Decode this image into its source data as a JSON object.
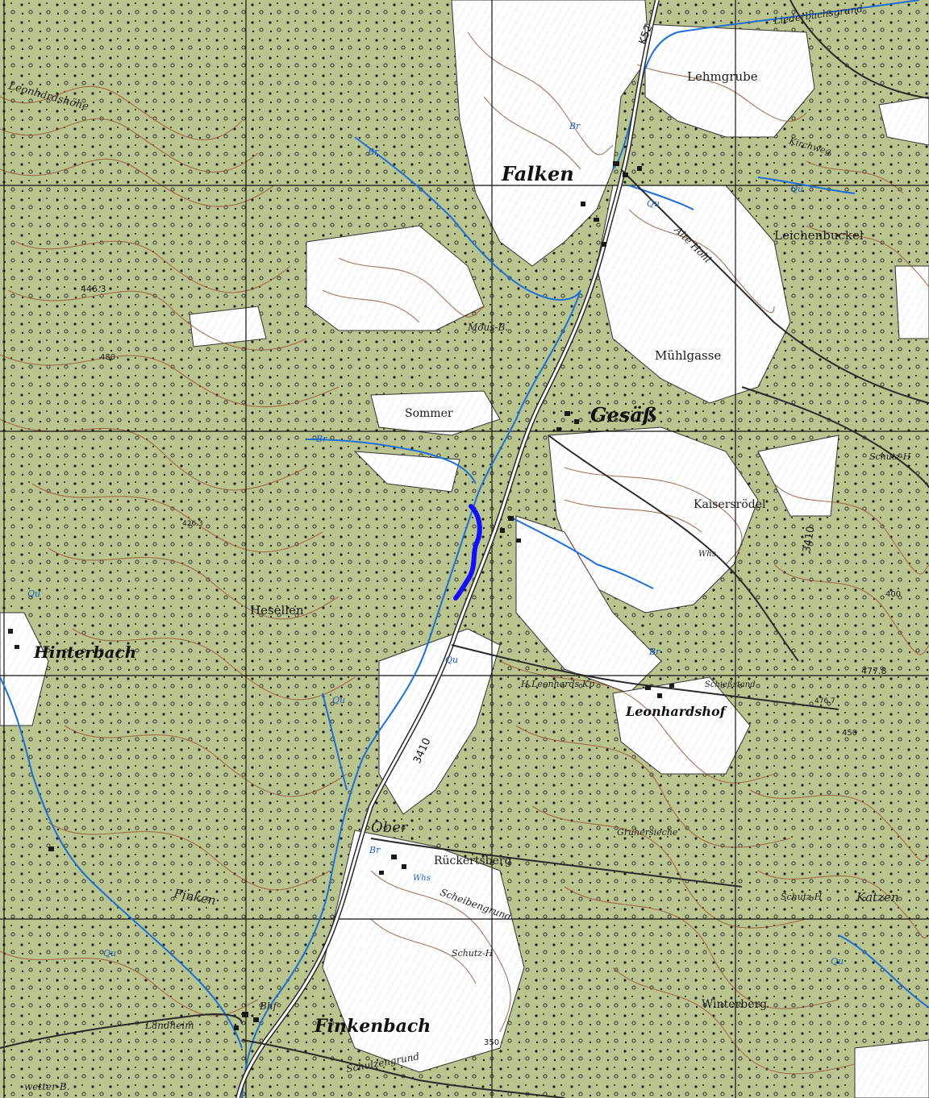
{
  "map": {
    "colors": {
      "forest": "#b9c48f",
      "open": "#ffffff",
      "contour": "#9a5a3a",
      "water": "#1f6fd6",
      "road": "#2a2a2a",
      "grid": "#111111",
      "highlight": "#1010ff"
    },
    "places": {
      "falken": "Falken",
      "gesass": "Gesäß",
      "finkenbach": "Finkenbach",
      "hinterbach": "Hinterbach",
      "leonhardshof": "Leonhardshof",
      "lehmgrube": "Lehmgrube",
      "leichenbuckel": "Leichenbuckel",
      "muehlgasse": "Mühlgasse",
      "kaisersrodel": "Kaisersrödel",
      "rueckertsberg": "Rückertsberg",
      "winterberg": "Winterberg",
      "hesellen": "Hesellen",
      "sommer": "Sommer",
      "ober": "Ober",
      "finken": "Finken",
      "landheim": "Landheim",
      "bahn": "Bhf",
      "katzen": "Katzen",
      "leonhardshoehe": "Leonhardshöhe",
      "alte_hohl": "Alte Hohl",
      "moeus": "Möus-B.",
      "schutz1": "Schutz-H",
      "schutz2": "Schutz-H",
      "schutz3": "Schutz-H",
      "whs1": "Whs",
      "whs2": "Whs",
      "hleonhard": "H.Leonhards-Kp",
      "schiessstand": "Schießstand",
      "gruhersieche": "Gruhersieche",
      "schulzengrund": "Schulzengrund",
      "scheibengrund": "Scheibengrund",
      "liederbachsgrund": "Liederbachsgrund",
      "kirchweg": "Kirchweg",
      "wetter": "wetter-B."
    },
    "water_labels": {
      "br": "Br",
      "qu": "Qu"
    },
    "spot_heights": {
      "h1": "446.3",
      "h2": "477.8",
      "h3": "476.7",
      "h4": "426.3"
    },
    "road_numbers": {
      "r1": "K52",
      "r2": "3410",
      "r3": "3410"
    },
    "contour_values": {
      "c1": "400",
      "c2": "450",
      "c3": "480",
      "c4": "350"
    }
  }
}
